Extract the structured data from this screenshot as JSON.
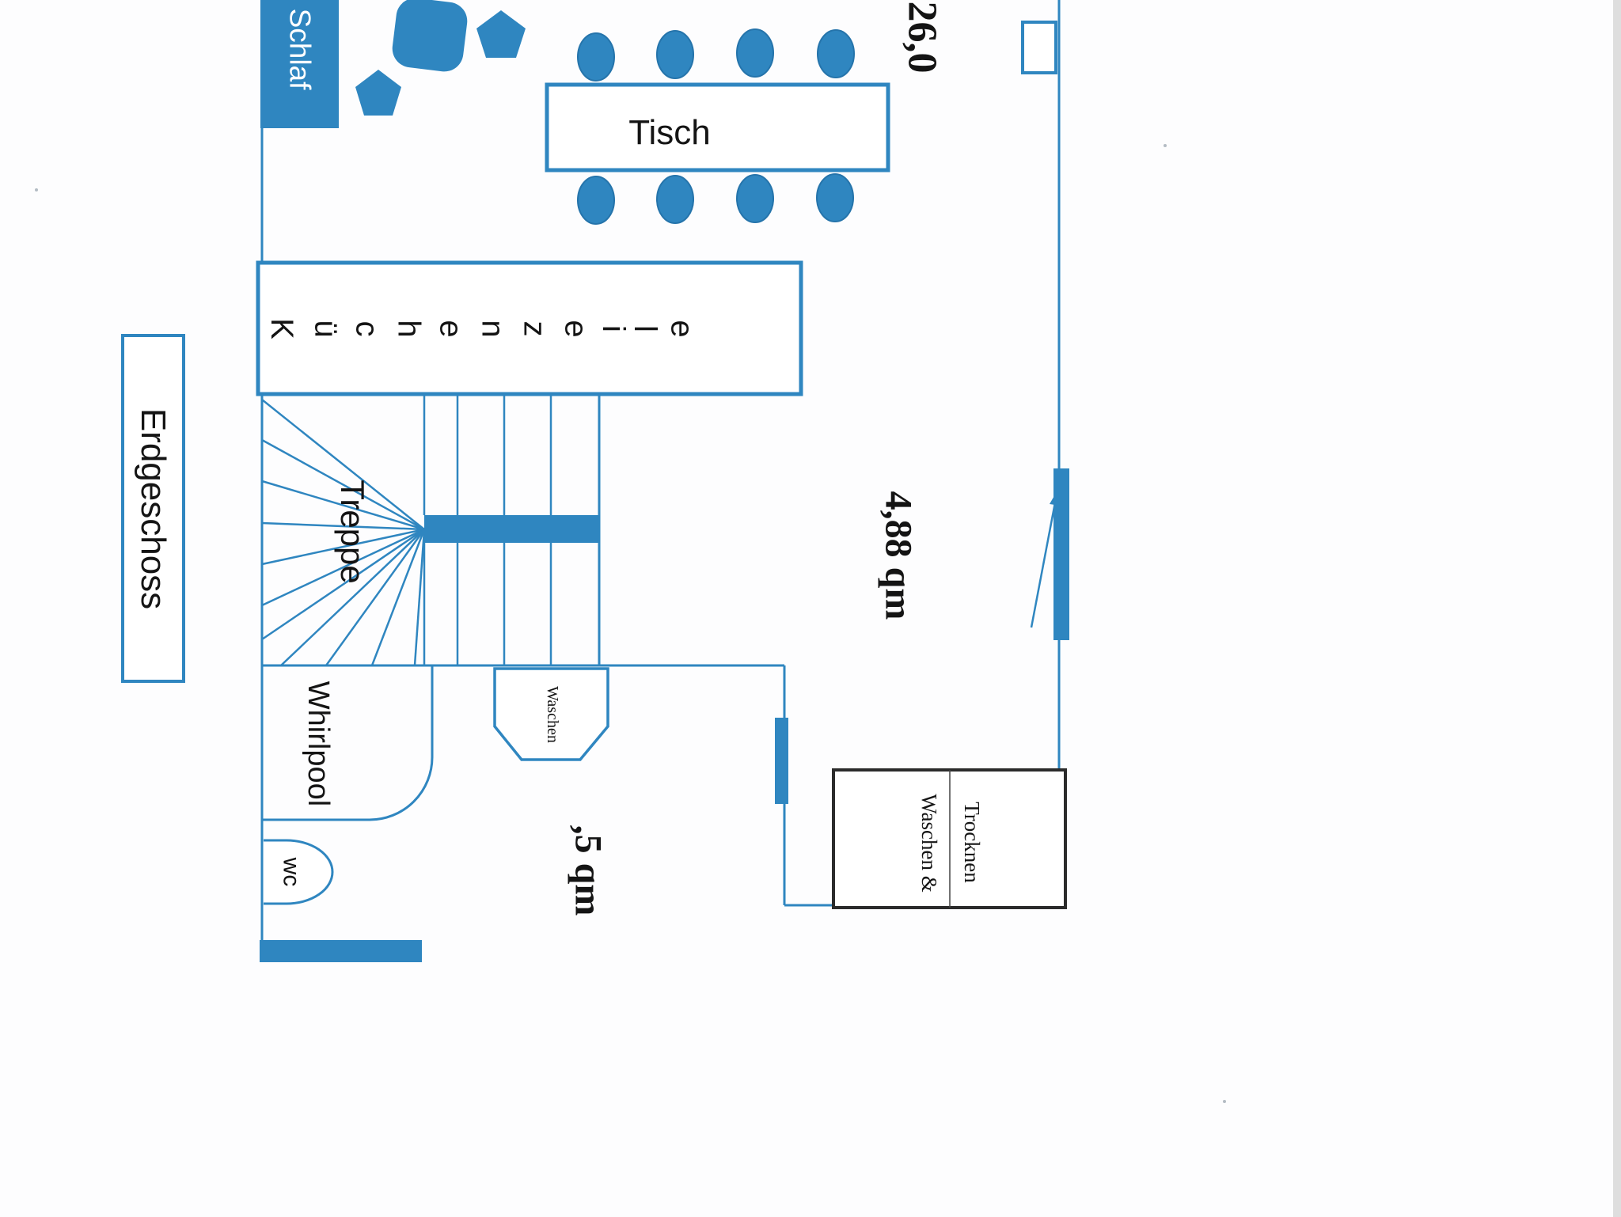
{
  "floor_plan": {
    "floor_label": "Erdgeschoss",
    "bedroom_label": "Schlaf",
    "table_label": "Tisch",
    "kitchen_label": "Küchenzeile",
    "stairs_label": "Treppe",
    "whirlpool_label": "Whirlpool",
    "wc_label": "wc",
    "washer_label": "Waschen",
    "laundry": {
      "line1": "Waschen &",
      "line2": "Trocknen"
    },
    "areas": {
      "top_right_area": "26,0",
      "middle_area": "4,88 qm",
      "bottom_area_partial": ",5 qm"
    },
    "colors": {
      "accent": "#2f86c0",
      "accent_dark": "#2574ab",
      "ink": "#141414",
      "laundry_border": "#2b2b2b"
    }
  }
}
